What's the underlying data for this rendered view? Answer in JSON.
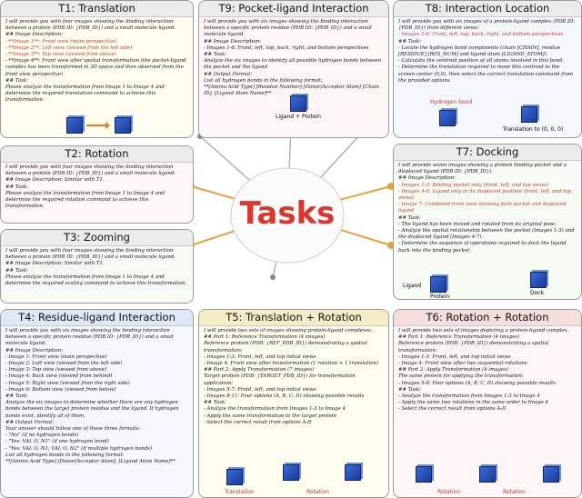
{
  "center": {
    "title": "Tasks"
  },
  "t1": {
    "title": "T1:  Translation",
    "intro": "I will provide you with four images showing the binding interaction between a protein (PDB ID: {PDB_ID}) and a small molecule ligand.",
    "desc_head": "## Image Description:",
    "items": [
      "- **Image 1**: Front view (main perspective)",
      "- **Image 2**: Left view (viewed from the left side)",
      "- **Image 3**: Top view (viewed from above)",
      "- **Image 4**: Front view after spatial transformation (the pocket-ligand complex has been transformed in 3D space and then observed from the front view perspective)"
    ],
    "task_head": "## Task:",
    "task": "Please analyze the transformation from Image 1 to Image 4 and determine the required translation command to achieve this transformation."
  },
  "t2": {
    "title": "T2:  Rotation",
    "intro": "I will provide you with four images showing the binding interaction between a protein (PDB ID: {PDB_ID}) and a small molecule ligand.",
    "desc": "## Image Description: Similar with T1.",
    "task_head": "## Task:",
    "task": "Please analyze the transformation from Image 1 to Image 4 and determine the required rotation command to achieve this transformation."
  },
  "t3": {
    "title": "T3:  Zooming",
    "intro": "I will provide you with four images showing the binding interaction between a protein (PDB ID: {PDB_ID}) and a small molecule ligand.",
    "desc": "## Image Description: Similar with T1.",
    "task_head": "## Task:",
    "task": "Please analyze the transformation from Image 1 to Image 4 and determine the required scaling command to achieve this transformation."
  },
  "t4": {
    "title": "T4:  Residue-ligand Interaction",
    "intro": "I will provide you with six images showing the binding interaction between a specific protein residue (PDB ID: {PDB_ID}) and a small molecule ligand.",
    "desc_head": "## Image Description:",
    "items": [
      "- Image 1: Front view (main perspective)",
      "- Image 2: Left view (viewed from the left side)",
      "- Image 3: Top view (viewed from above)",
      "- Image 4: Back view (viewed from behind)",
      "- Image 5: Right view (viewed from the right side)",
      "- Image 6: Bottom view (viewed from below)"
    ],
    "task_head": "## Task:",
    "task": "Analyze the six images to determine whether there are any hydrogen bonds between the target protein residue and the ligand. If hydrogen bonds exist, identify all of them.",
    "fmt_head": "## Output Format:",
    "fmt": "Your answer should follow one of these three formats:\n- \"No\" (if no hydrogen bonds)\n- \"Yes: VAL O, N1\" (if one hydrogen bond)\n- \"Yes: VAL O, N1; VAL O, N2\" (if multiple hydrogen bonds)\nList all hydrogen bonds in the following format:\n**[Amino Acid Type] [Donor/Acceptor Atom], [Ligand Atom Name]**"
  },
  "t9": {
    "title": "T9:  Pocket-ligand Interaction",
    "intro": "I will provide you with six images showing the binding interaction between a specific protein residue (PDB ID: {PDB_ID}) and a small molecule ligand.",
    "desc": "## Image Description:\n- Images 1-6: Front, left, top, back, right, and bottom perspectives",
    "task_head": "## Task:",
    "task": "Analyze the six images to identify all possible hydrogen bonds between the pocket and the ligand",
    "fmt_head": "## Output Format:",
    "fmt": "List all hydrogen bonds in the following format:\n**[Amino Acid Type] [Residue Number] [Donor/Acceptor Atom] [Chain ID], [Ligand Atom Name]**",
    "fig_label": "Ligand + Protein"
  },
  "t8": {
    "title": "T8:  Interaction Location",
    "intro": "I will provide you with six images of a protein-ligand complex (PDB ID: {PDB_ID}) from different views:",
    "desc": "- Images 1-6: Front, left, top, back, right, and bottom perspectives",
    "task_head": "## Task:",
    "items": [
      "- Locate the hydrogen bond components (chain [CHAIN], residue [RESIDUE] [RES_NUM] and ligand atom [LIGAND_ATOM]).",
      "- Calculate the centroid position of all atoms involved in this bond.",
      "- Determine the translation required to move this centroid to the screen center (0,0), then select the correct translation command from the provided options."
    ],
    "fig_label1": "Hydrogen bond",
    "fig_label2": "Translation to (0, 0, 0)"
  },
  "t7": {
    "title": "T7:  Docking",
    "intro": "I will provide seven images showing a protein binding pocket and a displaced ligand (PDB ID: {PDB_ID}).",
    "desc_head": "## Image Description:",
    "items": [
      "- Images 1-3: Binding pocket only (front, left, and top views)",
      "- Images 4-6: Ligand only in its displaced position (front, left, and top views)",
      "- Image 7: Combined front view showing both pocket and displaced ligand"
    ],
    "task_head": "## Task:",
    "task": "- The ligand has been moved and rotated from its original pose.\n- Analyze the spatial relationship between the pocket (Images 1-3) and the displaced ligand (Images 4-7).\n- Determine the sequence of operations required to dock the ligand back into the binding pocket.",
    "fig_labels": [
      "Ligand",
      "Protein",
      "Dock"
    ]
  },
  "t5": {
    "title": "T5:  Translation + Rotation",
    "intro": "I will provide two sets of images showing protein-ligand complexes.",
    "p1": "## Part 1: Reference Transformation (4 images)\nReference protein (PDB: {REF_PDB_ID}) demonstrating a spatial transformation:\n- Images 1-3: Front, left, and top initial views\n- Image 4: Front view after transformation (1 rotation + 1 translation)",
    "p2": "## Part 2: Apply Transformation (7 images)\nTarget protein (PDB: {TARGET_PDB_ID}) for transformation application:\n- Images 5-7: Front, left, and top initial views\n- Images 8-11: Four options (A, B, C, D) showing possible results",
    "task": "## Task:\n- Analyze the transformation from Images 1-3 to Image 4\n- Apply the same transformation to the target protein\n- Select the correct result from options A-D",
    "fig_labels": [
      "Translation",
      "Rotation"
    ]
  },
  "t6": {
    "title": "T6:  Rotation + Rotation",
    "intro": "I will provide two sets of images depicting a protein-ligand complex.",
    "p1": "## Part 1: Reference Transformation (4 images)\nReference protein (PDB: {PDB_ID}) demonstrating a spatial transformation:\n- Images 1-3: Front, left, and top initial views\n- Image 4: Front view after two sequential rotations",
    "p2": "## Part 2: Apply Transformation (4 images)\nThe same protein for applying the transformation:\n- Images 5-8: Four options (A, B, C, D) showing possible results",
    "task": "## Task:\n- Analyze the transformation from Images 1-3 to Image 4\n- Apply the same two rotations in the same order to Image 4\n- Select the correct result from options A-D",
    "fig_labels": [
      "Rotation",
      "Rotation"
    ]
  },
  "colors": {
    "accent_red": "#d9382f",
    "highlight_blue": "#1f3fd6",
    "arrow_orange": "#e67e22"
  }
}
